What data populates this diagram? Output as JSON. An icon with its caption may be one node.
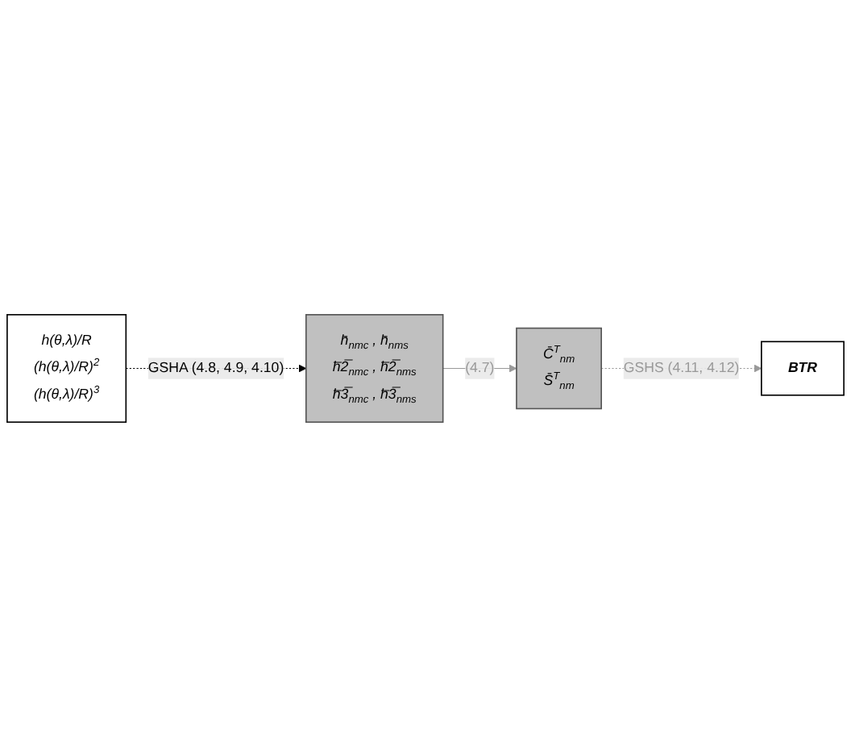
{
  "diagram": {
    "nodes": [
      {
        "text": [
          "h(θ,λ)/R",
          "(h(θ,λ)/R)$^{2}$",
          "(h(θ,λ)/R)$^{3}$"
        ]
      },
      {
        "text": [
          "h̄$_{nmc}$ , h̄$_{nms}$",
          "h̅2̅$_{nmc}$ , h̅2̅$_{nms}$",
          "h̅3̅$_{nmc}$ , h̅3̅$_{nms}$"
        ]
      },
      {
        "text": [
          "BTR"
        ]
      },
      {
        "text": [
          "C̄$^{T}$$_{nm}$",
          "S̄$^{T}$$_{nm}$"
        ]
      }
    ],
    "edges": [
      {
        "from": 0,
        "to": 1,
        "arrow": "to",
        "label": "GSHA (4.8, 4.9, 4.10)",
        "style": "dashed",
        "color": "#000000"
      },
      {
        "from": 1,
        "to": 3,
        "arrow": "to",
        "label": "(4.7)",
        "color": "#999999"
      },
      {
        "from": 3,
        "to": 2,
        "arrow": "to",
        "label": "GSHS (4.11, 4.12)",
        "style": "dashed",
        "color": "#999999"
      }
    ]
  }
}
